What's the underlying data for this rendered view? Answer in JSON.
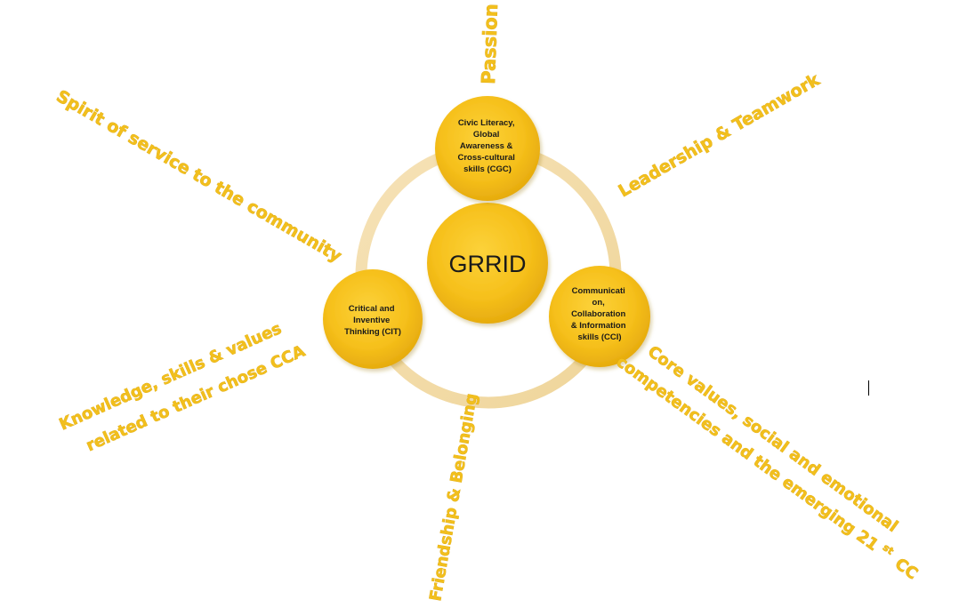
{
  "diagram": {
    "center": {
      "label": "GRRID"
    },
    "nodes": [
      {
        "id": "cgc",
        "lines": [
          "Civic Literacy,",
          "Global",
          "Awareness &",
          "Cross-cultural",
          "skills (CGC)"
        ]
      },
      {
        "id": "cit",
        "lines": [
          "Critical and",
          "Inventive",
          "Thinking (CIT)"
        ]
      },
      {
        "id": "cci",
        "lines": [
          "Communicati",
          "on,",
          "Collaboration",
          "& Information",
          "skills (CCI)"
        ]
      }
    ],
    "rays": [
      {
        "id": "passion",
        "text": "Passion"
      },
      {
        "id": "service",
        "text": "Spirit of service to the community"
      },
      {
        "id": "leadership",
        "text": "Leadership & Teamwork"
      },
      {
        "id": "knowledge",
        "lines": [
          "Knowledge, skills & values",
          "related to their chose CCA"
        ]
      },
      {
        "id": "friendship",
        "text": "Friendship & Belonging"
      },
      {
        "id": "core",
        "lines": [
          "Core values, social and emotional",
          "competencies and the emerging 21",
          "CC"
        ],
        "superscript": "st"
      }
    ],
    "colors": {
      "circle_fill": "#f7c21a",
      "circle_dark": "#e0a50a",
      "ring": "#f3dfb0",
      "ray_text": "#f2bf1d"
    }
  }
}
